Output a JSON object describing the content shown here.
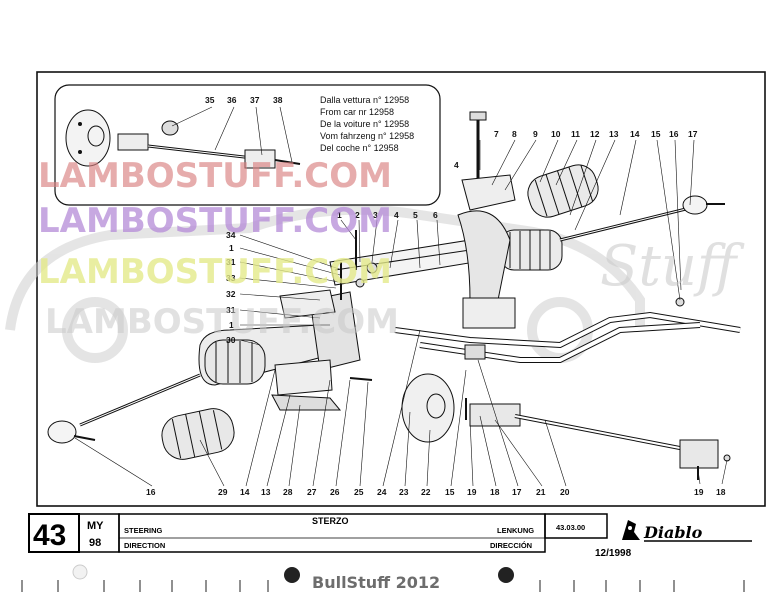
{
  "diagram": {
    "inset_note": [
      "Dalla vettura n° 12958",
      "From car nr 12958",
      "De la voiture n° 12958",
      "Vom fahrzeng n° 12958",
      "Del coche n° 12958"
    ],
    "callouts": [
      "1",
      "2",
      "3",
      "4",
      "5",
      "6",
      "7",
      "8",
      "9",
      "10",
      "11",
      "12",
      "13",
      "14",
      "15",
      "16",
      "17",
      "18",
      "19",
      "20",
      "21",
      "22",
      "23",
      "24",
      "25",
      "26",
      "27",
      "28",
      "29",
      "30",
      "31",
      "32",
      "33",
      "34",
      "35",
      "36",
      "37",
      "38"
    ]
  },
  "watermarks": {
    "primary": "LAMBOSTUFF.COM",
    "script": "Stuff",
    "footer": "BullStuff 2012"
  },
  "title_block": {
    "table_number": "43",
    "model_code": "MY",
    "model_year": "98",
    "group_it": "STERZO",
    "group_en": "STEERING",
    "group_fr": "DIRECTION",
    "group_de": "LENKUNG",
    "group_es": "DIRECCIÓN",
    "reference": "43.03.00",
    "brand": "Diablo",
    "date": "12/1998"
  },
  "colors": {
    "watermark_red": "#d98080",
    "watermark_purple": "#b58bd8",
    "watermark_yellow": "#e4ea8a",
    "watermark_gray": "#c9c9c9",
    "line": "#111111"
  }
}
